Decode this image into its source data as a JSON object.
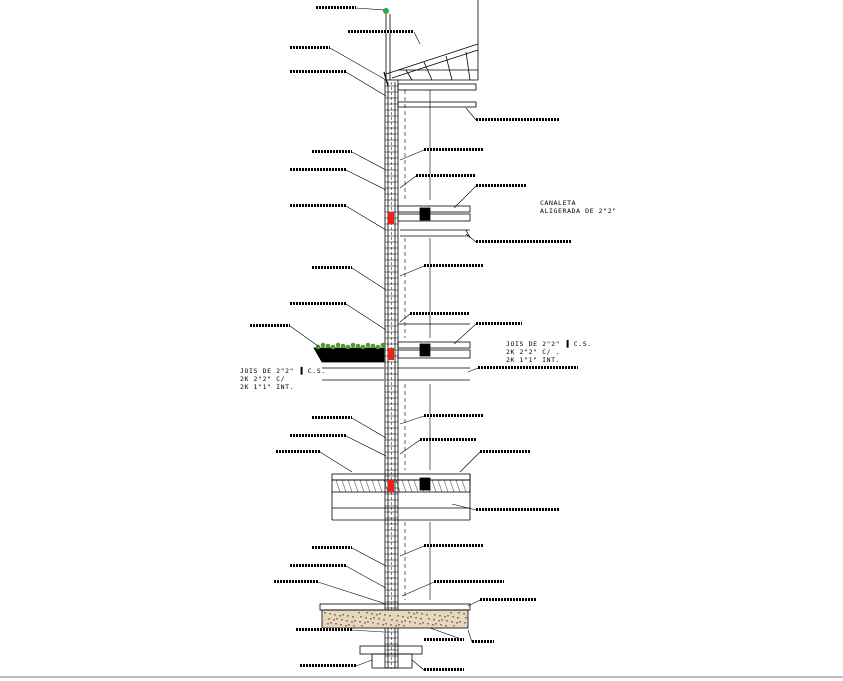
{
  "drawing": {
    "labels": {
      "canaleta_line1": "CANALETA",
      "canaleta_line2": "ALIGERADA DE 2\"2\"",
      "joist_right_line1": "JOIS DE 2\"2\" ▐ C.S.",
      "joist_right_line2": "2K 2\"2\" C/ .",
      "joist_right_line3": "2K 1\"1\" INT.",
      "joist_left_line1": "JOIS DE 2\"2\" ▐ C.S.",
      "joist_left_line2": "2K 2\"2\" C/",
      "joist_left_line3": "2K 1\"1\" INT."
    },
    "colors": {
      "line": "#000000",
      "highlight": "#e8231c",
      "vegetation": "#4d9a2a",
      "roof_tip": "#2ea84a",
      "soil": "#e6d7bd",
      "gravel": "#8c7a62"
    }
  }
}
